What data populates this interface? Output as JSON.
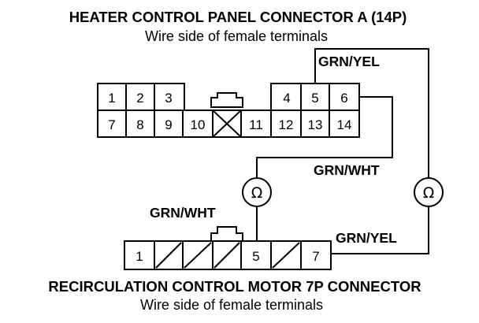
{
  "connector_a": {
    "title": "HEATER CONTROL PANEL CONNECTOR A (14P)",
    "subtitle": "Wire side of female terminals",
    "top_left_pins": [
      "1",
      "2",
      "3"
    ],
    "top_right_pins": [
      "4",
      "5",
      "6"
    ],
    "bottom_left_pins": [
      "7",
      "8",
      "9",
      "10"
    ],
    "bottom_right_pins": [
      "11",
      "12",
      "13",
      "14"
    ]
  },
  "connector_b": {
    "title": "RECIRCULATION CONTROL MOTOR 7P CONNECTOR",
    "subtitle": "Wire side of female terminals",
    "pins": [
      "1",
      "5",
      "7"
    ]
  },
  "wires": {
    "grn_yel_top": "GRN/YEL",
    "grn_wht_right": "GRN/WHT",
    "grn_wht_left": "GRN/WHT",
    "grn_yel_bottom": "GRN/YEL"
  },
  "meters": {
    "symbol_left": "Ω",
    "symbol_right": "Ω"
  }
}
